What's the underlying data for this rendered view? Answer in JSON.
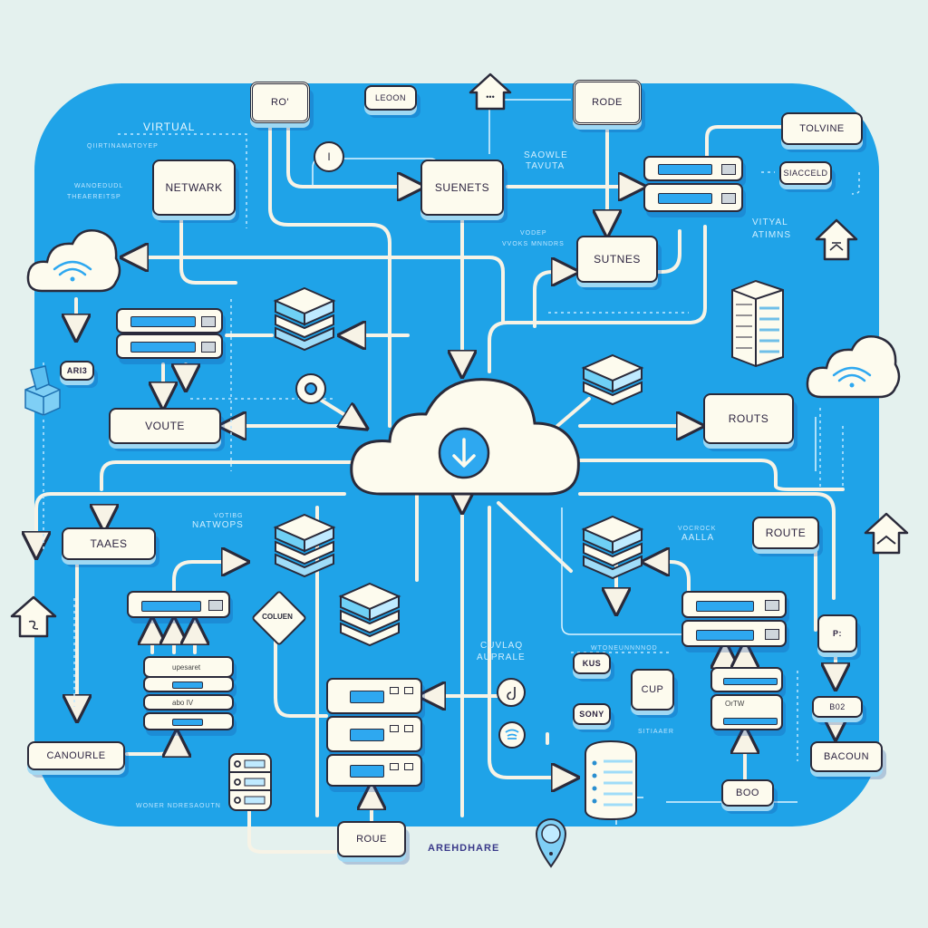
{
  "colors": {
    "background": "#e4f1ee",
    "panel": "#1fa3e8",
    "node_fill": "#fdfbee",
    "outline": "#2a2a3a",
    "accent": "#2ea8f0",
    "wire": "#f7f3e6"
  },
  "top_nodes": {
    "ro_box": "RO'",
    "leoon_box": "LEOON",
    "rode_box": "RODE",
    "tolvine_box": "TOLVINE",
    "siacceld_box": "SIACCELD",
    "house_top_glyph": "•••"
  },
  "nodes": {
    "network": "NETWARK",
    "subnets": "SUENETS",
    "sutnes": "SUTNES",
    "voute": "VOUTE",
    "routs": "ROUTS",
    "taaes": "TAAES",
    "route": "ROUTE",
    "canourle": "CANOURLE",
    "roue": "ROUE",
    "cup": "CUP",
    "boo": "BOO",
    "bacoun": "BACOUN",
    "b02": "B02",
    "p_box": "P:",
    "kus": "KUS",
    "sony": "SONY",
    "ari_box": "ARI3",
    "coluen_diamond": "COLUEN",
    "timer_circle": "I"
  },
  "labels": {
    "virtual": "VIRTUAL",
    "virtual_sub": "QIIRTINAMATOYEP",
    "wanoedudl": "WANOEDUDL",
    "theaereitsp": "THEAEREITSP",
    "saowle_tavuta": [
      "SAOWLE",
      "TAVUTA"
    ],
    "voder_vvoks": [
      "VODEP",
      "VVOKS MNNDRS"
    ],
    "vityal_atimns": [
      "VITYAL",
      "ATIMNS"
    ],
    "votibg_natwops": [
      "VOTIBG",
      "NATWOPS"
    ],
    "vocrock_aalla": [
      "VOCROCK",
      "AALLA"
    ],
    "cuvlaq_auprale": [
      "CUVLAQ",
      "AUPRALE"
    ],
    "woner_ndresaoutn": "WONER NDRESAOUTN",
    "wtoneunnnnod": "WTONEUNNNNOD",
    "sitiaaer": "SITIAAER"
  },
  "rack_texts": {
    "upesaret": "upesaret",
    "abov": "abo IV",
    "orw": "OrTW"
  },
  "footer": {
    "brand": "AREHDHARE"
  },
  "icons": {
    "main_cloud": "download-arrow-icon",
    "left_cloud": "wifi-icon",
    "right_cloud": "wifi-icon"
  }
}
